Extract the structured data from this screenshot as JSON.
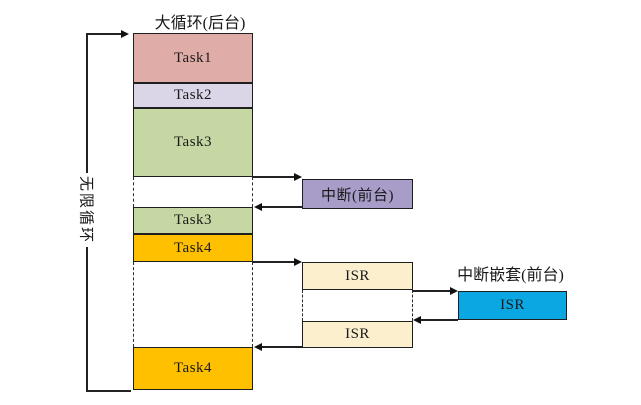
{
  "diagram": {
    "title": "大循环(后台)",
    "infinite_loop_label": "无限循环",
    "nested_interrupt_label": "中断嵌套(前台)",
    "background_column": {
      "task1": "Task1",
      "task2": "Task2",
      "task3": "Task3",
      "task3_resumed": "Task3",
      "task4": "Task4",
      "task4_resumed": "Task4"
    },
    "foreground": {
      "interrupt_label": "中断(前台)",
      "isr1": "ISR",
      "isr2": "ISR",
      "nested_isr": "ISR"
    },
    "colors": {
      "task1": "#DFACA7",
      "task2": "#DBD5E8",
      "task3": "#C5D8A3",
      "task4": "#FFC000",
      "interrupt": "#A89CC8",
      "isr": "#FBEFCD",
      "nested_isr": "#0AA7E2",
      "line": "#1f1f1f"
    }
  }
}
